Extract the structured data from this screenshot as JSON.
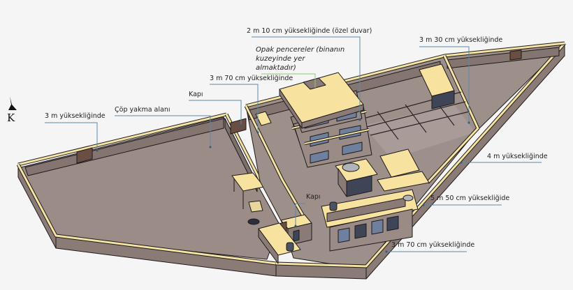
{
  "diagram": {
    "type": "isometric compound floor plan",
    "colors": {
      "background": "#f5f5f5",
      "ground": "#9b8c88",
      "wall_side": "#8f807b",
      "wall_top": "#f5e3a4",
      "building_top": "#f7e2a0",
      "door": "#6b4e43",
      "window": "#6f7f9e",
      "leader_blue": "#5a8aa6",
      "leader_green": "#8fc77a",
      "outline": "#1e1a1a"
    },
    "north_indicator": {
      "icon": "north-arrow-icon",
      "letter": "K"
    },
    "labels": [
      {
        "id": "wall-3m",
        "text": "3 m yüksekliğinde"
      },
      {
        "id": "incinerator",
        "text": "Çöp yakma alanı"
      },
      {
        "id": "door-1",
        "text": "Kapı"
      },
      {
        "id": "wall-3m70-top",
        "text": "3 m 70 cm yüksekliğinde"
      },
      {
        "id": "opaque-windows",
        "text": "Opak pencereler (binanın kuzeyinde yer almaktadır)"
      },
      {
        "id": "wall-2m10",
        "text": "2 m 10 cm yüksekliğinde (özel duvar)"
      },
      {
        "id": "wall-3m30",
        "text": "3 m 30 cm yüksekliğinde"
      },
      {
        "id": "wall-4m",
        "text": "4 m yüksekliğinde"
      },
      {
        "id": "door-2",
        "text": "Kapı"
      },
      {
        "id": "wall-5m50",
        "text": "5 m 50 cm yüksekliğide"
      },
      {
        "id": "wall-3m70-bottom",
        "text": "3 m 70 cm yüksekliğinde"
      }
    ]
  }
}
